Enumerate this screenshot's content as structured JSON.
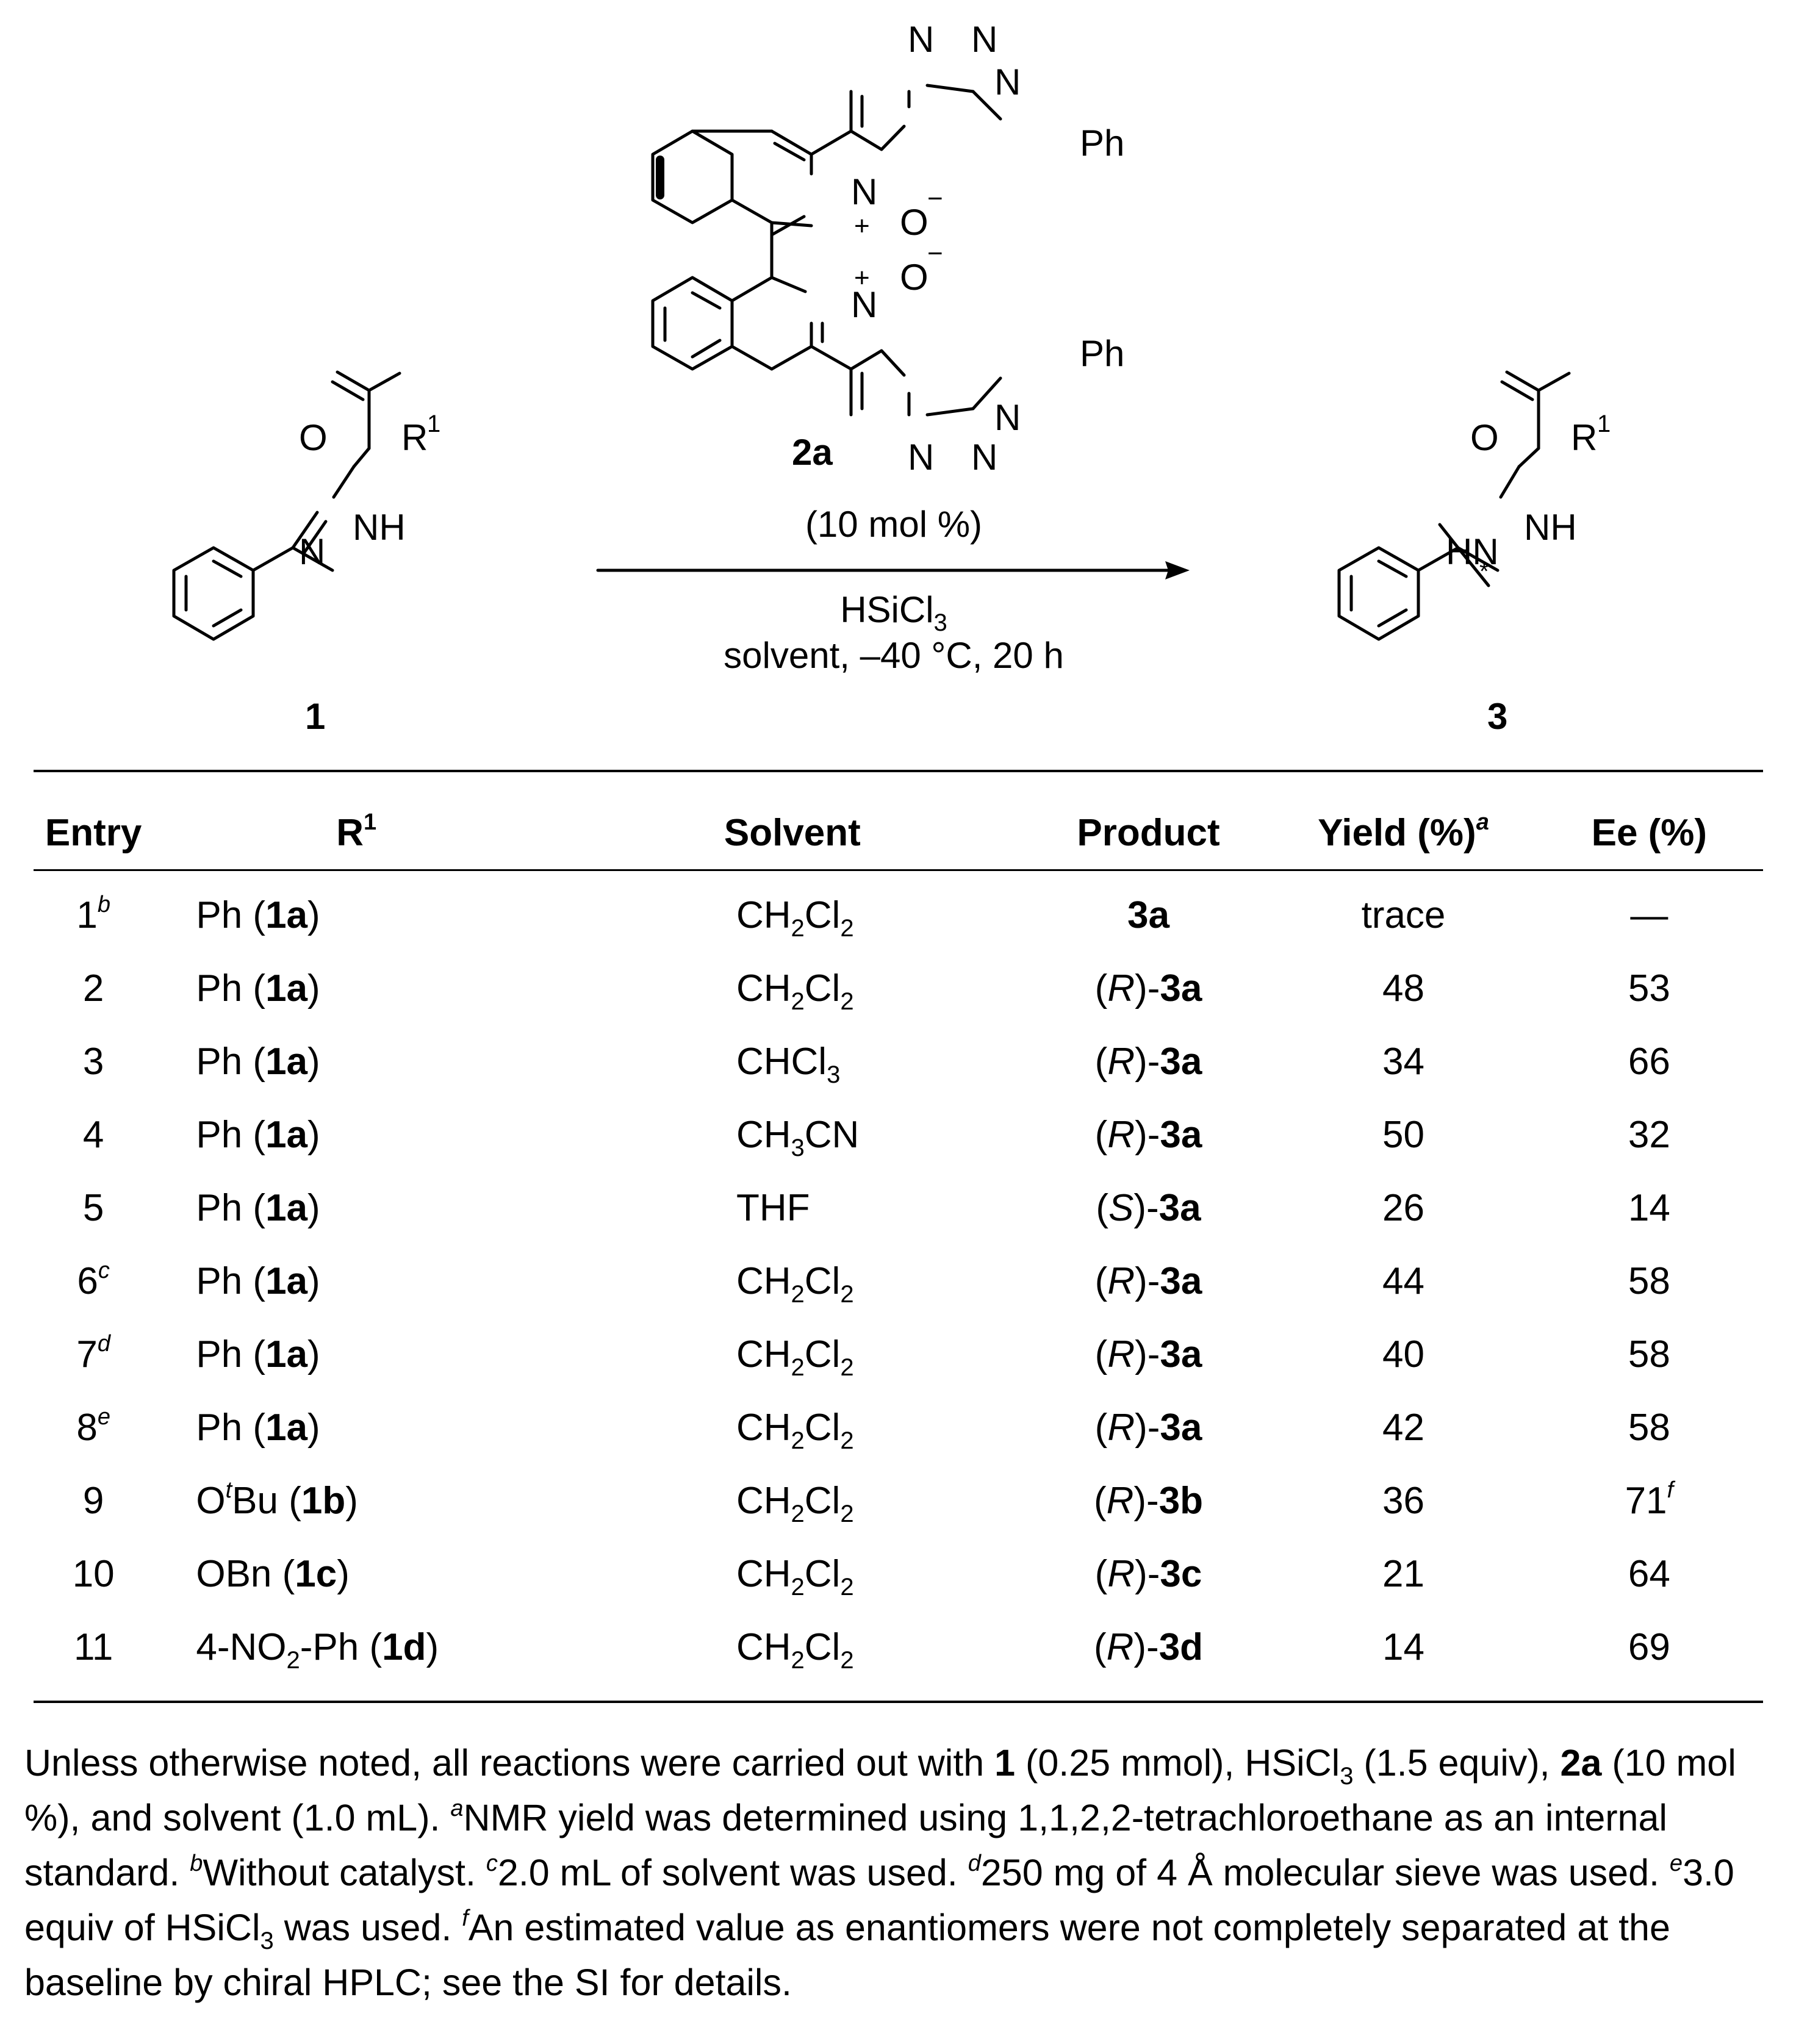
{
  "scheme": {
    "labels": {
      "substrate": "1",
      "catalyst": "2a",
      "product": "3"
    },
    "atoms": {
      "O": "O",
      "R": "R",
      "R_sup": "1",
      "NH": "NH",
      "HN": "HN",
      "N": "N",
      "Ph": "Ph",
      "O_minus": "O",
      "minus": "−",
      "plus": "+",
      "star": "*"
    },
    "conditions": {
      "loading": "(10 mol %)",
      "reagent_base": "HSiCl",
      "reagent_sub": "3",
      "line2": "solvent, –40 °C, 20 h"
    }
  },
  "table": {
    "headers": {
      "entry": "Entry",
      "r1": "R",
      "r1_sup": "1",
      "solvent": "Solvent",
      "product": "Product",
      "yield": "Yield (%)",
      "yield_sup": "a",
      "ee": "Ee (%)"
    },
    "rows": [
      {
        "entry": "1",
        "entry_note": "b",
        "r1": "Ph",
        "r1_sup": "",
        "r1_code": "1a",
        "solvent": "CH<sub>2</sub>Cl<sub>2</sub>",
        "config": "",
        "product": "3a",
        "yield": "trace",
        "ee": "—",
        "ee_note": ""
      },
      {
        "entry": "2",
        "entry_note": "",
        "r1": "Ph",
        "r1_sup": "",
        "r1_code": "1a",
        "solvent": "CH<sub>2</sub>Cl<sub>2</sub>",
        "config": "R",
        "product": "3a",
        "yield": "48",
        "ee": "53",
        "ee_note": ""
      },
      {
        "entry": "3",
        "entry_note": "",
        "r1": "Ph",
        "r1_sup": "",
        "r1_code": "1a",
        "solvent": "CHCl<sub>3</sub>",
        "config": "R",
        "product": "3a",
        "yield": "34",
        "ee": "66",
        "ee_note": ""
      },
      {
        "entry": "4",
        "entry_note": "",
        "r1": "Ph",
        "r1_sup": "",
        "r1_code": "1a",
        "solvent": "CH<sub>3</sub>CN",
        "config": "R",
        "product": "3a",
        "yield": "50",
        "ee": "32",
        "ee_note": ""
      },
      {
        "entry": "5",
        "entry_note": "",
        "r1": "Ph",
        "r1_sup": "",
        "r1_code": "1a",
        "solvent": "THF",
        "config": "S",
        "product": "3a",
        "yield": "26",
        "ee": "14",
        "ee_note": ""
      },
      {
        "entry": "6",
        "entry_note": "c",
        "r1": "Ph",
        "r1_sup": "",
        "r1_code": "1a",
        "solvent": "CH<sub>2</sub>Cl<sub>2</sub>",
        "config": "R",
        "product": "3a",
        "yield": "44",
        "ee": "58",
        "ee_note": ""
      },
      {
        "entry": "7",
        "entry_note": "d",
        "r1": "Ph",
        "r1_sup": "",
        "r1_code": "1a",
        "solvent": "CH<sub>2</sub>Cl<sub>2</sub>",
        "config": "R",
        "product": "3a",
        "yield": "40",
        "ee": "58",
        "ee_note": ""
      },
      {
        "entry": "8",
        "entry_note": "e",
        "r1": "Ph",
        "r1_sup": "",
        "r1_code": "1a",
        "solvent": "CH<sub>2</sub>Cl<sub>2</sub>",
        "config": "R",
        "product": "3a",
        "yield": "42",
        "ee": "58",
        "ee_note": ""
      },
      {
        "entry": "9",
        "entry_note": "",
        "r1": "O<sup>t</sup>Bu",
        "r1_sup": "",
        "r1_code": "1b",
        "solvent": "CH<sub>2</sub>Cl<sub>2</sub>",
        "config": "R",
        "product": "3b",
        "yield": "36",
        "ee": "71",
        "ee_note": "f"
      },
      {
        "entry": "10",
        "entry_note": "",
        "r1": "OBn",
        "r1_sup": "",
        "r1_code": "1c",
        "solvent": "CH<sub>2</sub>Cl<sub>2</sub>",
        "config": "R",
        "product": "3c",
        "yield": "21",
        "ee": "64",
        "ee_note": ""
      },
      {
        "entry": "11",
        "entry_note": "",
        "r1": "4-NO<sub>2</sub>-Ph",
        "r1_sup": "",
        "r1_code": "1d",
        "solvent": "CH<sub>2</sub>Cl<sub>2</sub>",
        "config": "R",
        "product": "3d",
        "yield": "14",
        "ee": "69",
        "ee_note": ""
      }
    ]
  },
  "footnote_html": "Unless otherwise noted, all reactions were carried out with <b>1</b> (0.25 mmol), HSiCl<sub>3</sub> (1.5 equiv), <b>2a</b> (10 mol %), and solvent (1.0 mL). <sup>a</sup>NMR yield was determined using 1,1,2,2-tetrachloroethane as an internal standard. <sup>b</sup>Without catalyst. <sup>c</sup>2.0 mL of solvent was used. <sup>d</sup>250 mg of 4 Å molecular sieve was used. <sup>e</sup>3.0 equiv of HSiCl<sub>3</sub> was used. <sup>f</sup>An estimated value as enantiomers were not completely separated at the baseline by chiral HPLC; see the SI for details."
}
